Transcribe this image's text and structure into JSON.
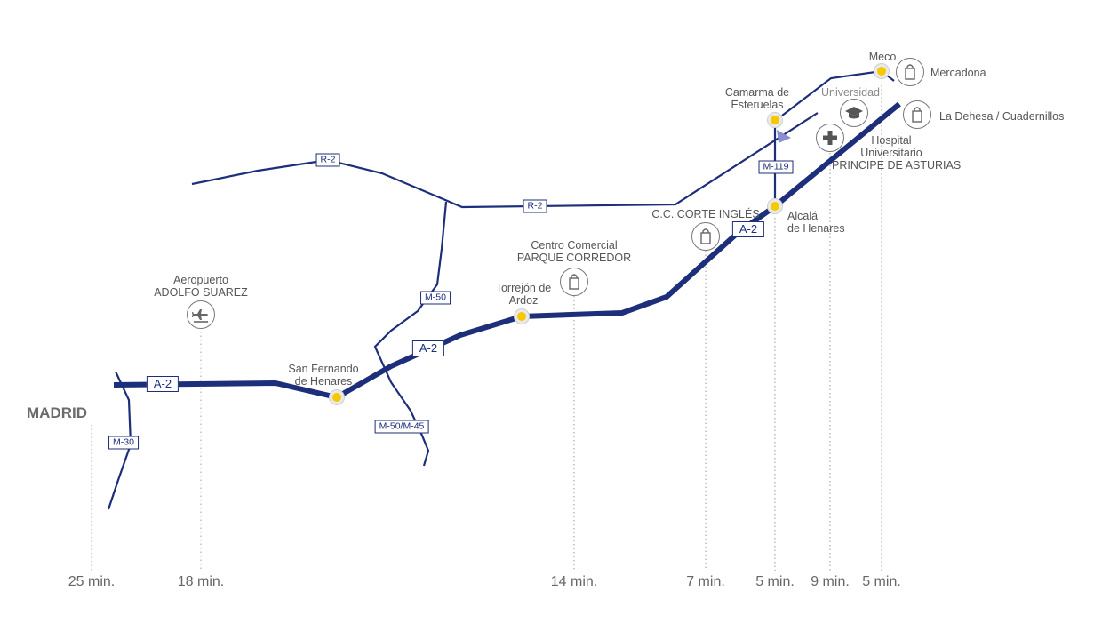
{
  "origin": "MADRID",
  "roads": {
    "a2": "A-2",
    "r2": "R-2",
    "m50": "M-50",
    "m50_m45": "M-50/M-45",
    "m30": "M-30",
    "m119": "M-119"
  },
  "stops": {
    "san_fernando": "San Fernando\nde Henares",
    "torrejon": "Torrejón de\nArdoz",
    "alcala": "Alcalá\nde Henares",
    "camarma": "Camarma de\nEsteruelas",
    "meco": "Meco"
  },
  "places": {
    "airport": "Aeropuerto\nADOLFO SUAREZ",
    "parque_corredor": "Centro Comercial\nPARQUE CORREDOR",
    "corte_ingles": "C.C. CORTE INGLÉS",
    "universidad": "Universidad",
    "hospital": "Hospital\nUniversitario\nPRINCIPE DE ASTURIAS",
    "mercadona": "Mercadona",
    "la_dehesa": "La Dehesa / Cuadernillos"
  },
  "icons": {
    "airport": "airplane-icon",
    "shopping": "shopping-bag-icon",
    "university": "graduation-cap-icon",
    "hospital": "medical-cross-icon",
    "station": "station-dot-icon"
  },
  "times": {
    "madrid": "25 min.",
    "airport": "18 min.",
    "parque_corredor": "14 min.",
    "corte_ingles": "7 min.",
    "alcala": "5 min.",
    "hospital": "9 min.",
    "meco": "5 min."
  },
  "colors": {
    "road": "#1d2e7a",
    "station": "#f5c800",
    "text": "#555555",
    "accent_flag": "#8b8fd0"
  }
}
